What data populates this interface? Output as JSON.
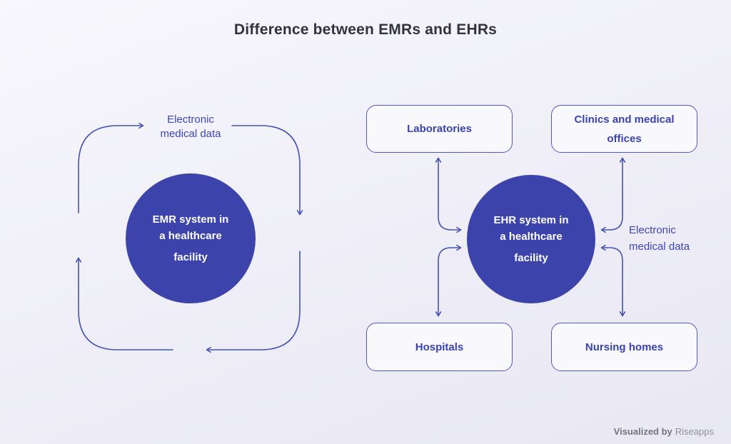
{
  "title": "Difference between EMRs and EHRs",
  "emr_diagram": {
    "cycle_label": {
      "line1": "Electronic",
      "line2": "medical data"
    },
    "circle": {
      "line1": "EMR system in",
      "line2": "a healthcare",
      "line3": "facility"
    }
  },
  "ehr_diagram": {
    "circle": {
      "line1": "EHR system in",
      "line2": "a healthcare",
      "line3": "facility"
    },
    "data_label": {
      "line1": "Electronic",
      "line2": "medical data"
    },
    "boxes": {
      "laboratories": "Laboratories",
      "clinics": "Clinics and medical offices",
      "hospitals": "Hospitals",
      "nursing_homes": "Nursing homes"
    }
  },
  "footer": {
    "visualized_by": "Visualized by",
    "brand": "Riseapps"
  },
  "colors": {
    "primary": "#3c43aa",
    "arrow": "#4353b4",
    "box_border": "#5059ba",
    "box_text": "#3a43ae",
    "label_text": "#3d46b2",
    "title_text": "#32333b"
  }
}
